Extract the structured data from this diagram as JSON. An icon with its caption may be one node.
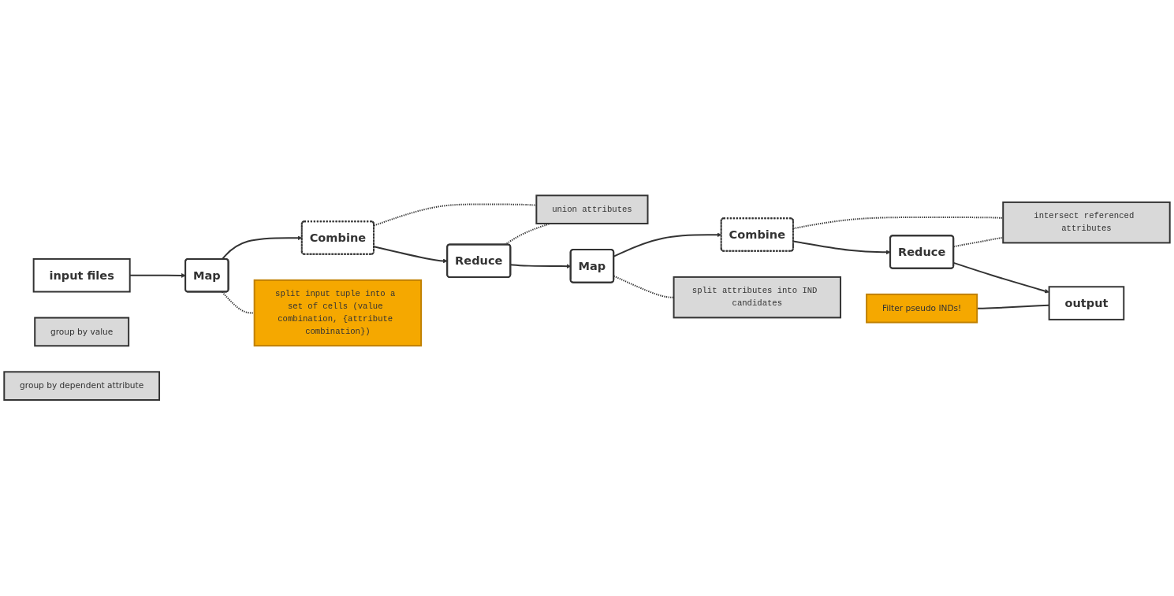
{
  "diagram": {
    "nodes": [
      {
        "text": [
          "input files"
        ]
      },
      {
        "text": [
          "Map"
        ]
      },
      {
        "text": [
          "Combine"
        ]
      },
      {
        "text": [
          "Reduce"
        ]
      },
      {
        "text": [
          "split input tuple into a set of cells (value combination, {attribute combination})"
        ]
      },
      {
        "text": [
          "group by value"
        ]
      },
      {
        "text": [
          "union attributes"
        ]
      },
      {
        "text": [
          "Map"
        ]
      },
      {
        "text": [
          "Combine"
        ]
      },
      {
        "text": [
          "Reduce"
        ]
      },
      {
        "text": [
          "output"
        ]
      },
      {
        "text": [
          "split attributes into IND candidates"
        ]
      },
      {
        "text": [
          "group by dependent attribute"
        ]
      },
      {
        "text": [
          "intersect referenced attributes"
        ]
      },
      {
        "text": [
          "Filter pseudo INDs!"
        ]
      }
    ],
    "edges": [
      {
        "from": 0,
        "to": 1,
        "arrow": "to"
      },
      {
        "from": 1,
        "to": 2,
        "arrow": "to"
      },
      {
        "from": 2,
        "to": 3,
        "arrow": "to"
      },
      {
        "from": 3,
        "to": 7,
        "arrow": "to"
      },
      {
        "from": 7,
        "to": 8,
        "arrow": "to"
      },
      {
        "from": 8,
        "to": 9,
        "arrow": "to"
      },
      {
        "from": 9,
        "to": 10,
        "arrow": "to"
      },
      {
        "from": 1,
        "to": 4,
        "arrow": "none",
        "style": "dashed"
      },
      {
        "from": 2,
        "to": 6,
        "arrow": "none",
        "style": "dashed"
      },
      {
        "from": 3,
        "to": 6,
        "arrow": "none",
        "style": "dashed"
      },
      {
        "from": 7,
        "to": 11,
        "arrow": "none",
        "style": "dashed"
      },
      {
        "from": 8,
        "to": 13,
        "arrow": "none",
        "style": "dashed"
      },
      {
        "from": 9,
        "to": 13,
        "arrow": "none",
        "style": "dashed"
      },
      {
        "from": 14,
        "to": 10,
        "arrow": "none"
      }
    ]
  }
}
